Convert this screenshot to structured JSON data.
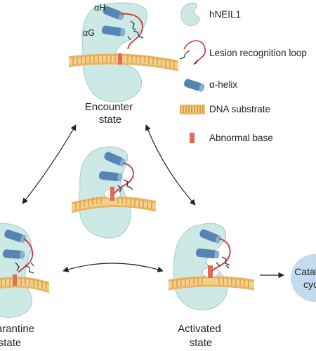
{
  "legend": {
    "protein": "hNEIL1",
    "loop": "Lesion recognition loop",
    "helix": "α-helix",
    "dna": "DNA substrate",
    "base": "Abnormal base"
  },
  "helix_labels": {
    "alpha_h": "αH",
    "alpha_g": "αG"
  },
  "states": {
    "encounter": [
      "Encounter",
      "state"
    ],
    "quarantine": [
      "Quarantine",
      "state"
    ],
    "activated": [
      "Activated",
      "state"
    ]
  },
  "catalytic": [
    "Catalytic",
    "cycle"
  ],
  "colors": {
    "protein_fill": "#cde9e6",
    "protein_stroke": "#a3c9c5",
    "helix": "#5584b5",
    "helix_end": "#8db0d2",
    "loop": "#cc3333",
    "dna_backbone": "#eab562",
    "dna_rung": "#d99a3a",
    "abnormal_base": "#e06c55",
    "catalytic_fill": "#c4dbef",
    "arrow": "#222222"
  }
}
